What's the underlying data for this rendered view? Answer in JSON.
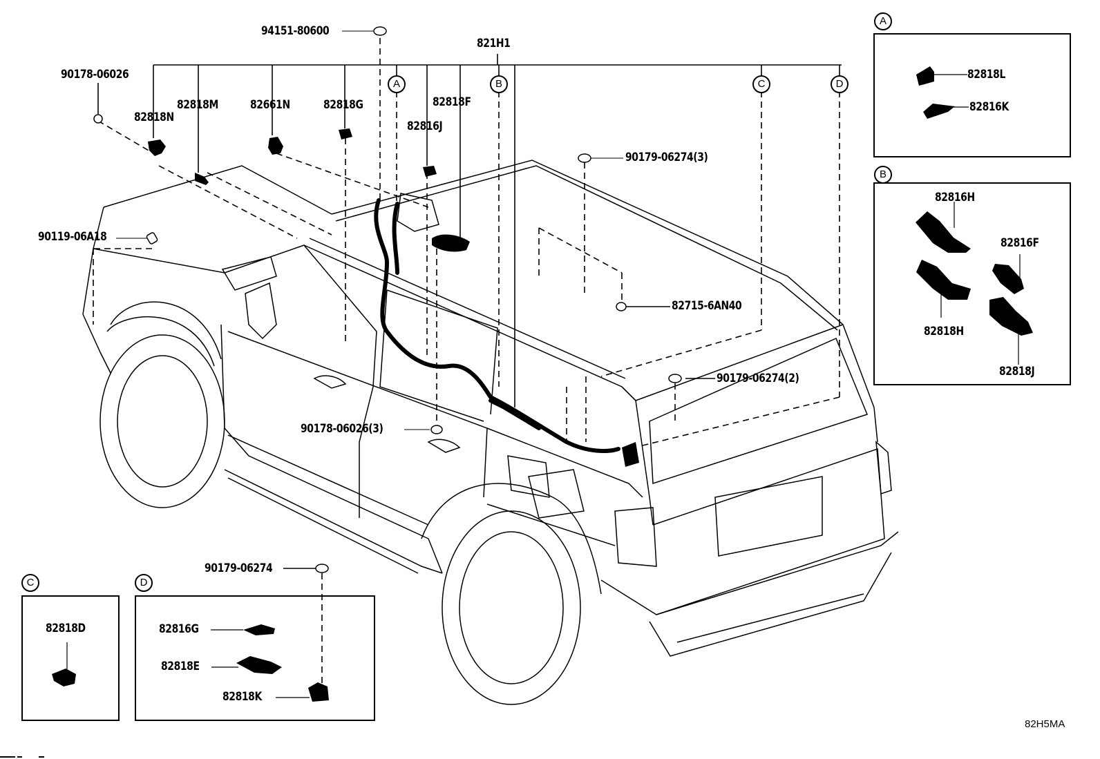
{
  "diagram": {
    "drawing_code": "82H5MA",
    "main_assembly": "821H1",
    "leader_parts": [
      {
        "id": "94151-80600",
        "label": "94151-80600"
      },
      {
        "id": "90178-06026",
        "label": "90178-06026"
      },
      {
        "id": "82818N",
        "label": "82818N"
      },
      {
        "id": "82818M",
        "label": "82818M"
      },
      {
        "id": "82661N",
        "label": "82661N"
      },
      {
        "id": "82818G",
        "label": "82818G"
      },
      {
        "id": "82816J",
        "label": "82816J"
      },
      {
        "id": "82818F",
        "label": "82818F"
      },
      {
        "id": "90119-06A18",
        "label": "90119-06A18"
      },
      {
        "id": "90179-06274-3",
        "label": "90179-06274(3)"
      },
      {
        "id": "82715-6AN40",
        "label": "82715-6AN40"
      },
      {
        "id": "90179-06274-2",
        "label": "90179-06274(2)"
      },
      {
        "id": "90178-06026-3",
        "label": "90178-06026(3)"
      },
      {
        "id": "90179-06274",
        "label": "90179-06274"
      }
    ],
    "callouts": [
      "A",
      "B",
      "C",
      "D"
    ],
    "detail_boxes": {
      "A": {
        "label": "A",
        "parts": [
          "82818L",
          "82816K"
        ]
      },
      "B": {
        "label": "B",
        "parts": [
          "82816H",
          "82816F",
          "82818H",
          "82818J"
        ]
      },
      "C": {
        "label": "C",
        "parts": [
          "82818D"
        ]
      },
      "D": {
        "label": "D",
        "parts": [
          "82816G",
          "82818E",
          "82818K"
        ]
      }
    }
  }
}
